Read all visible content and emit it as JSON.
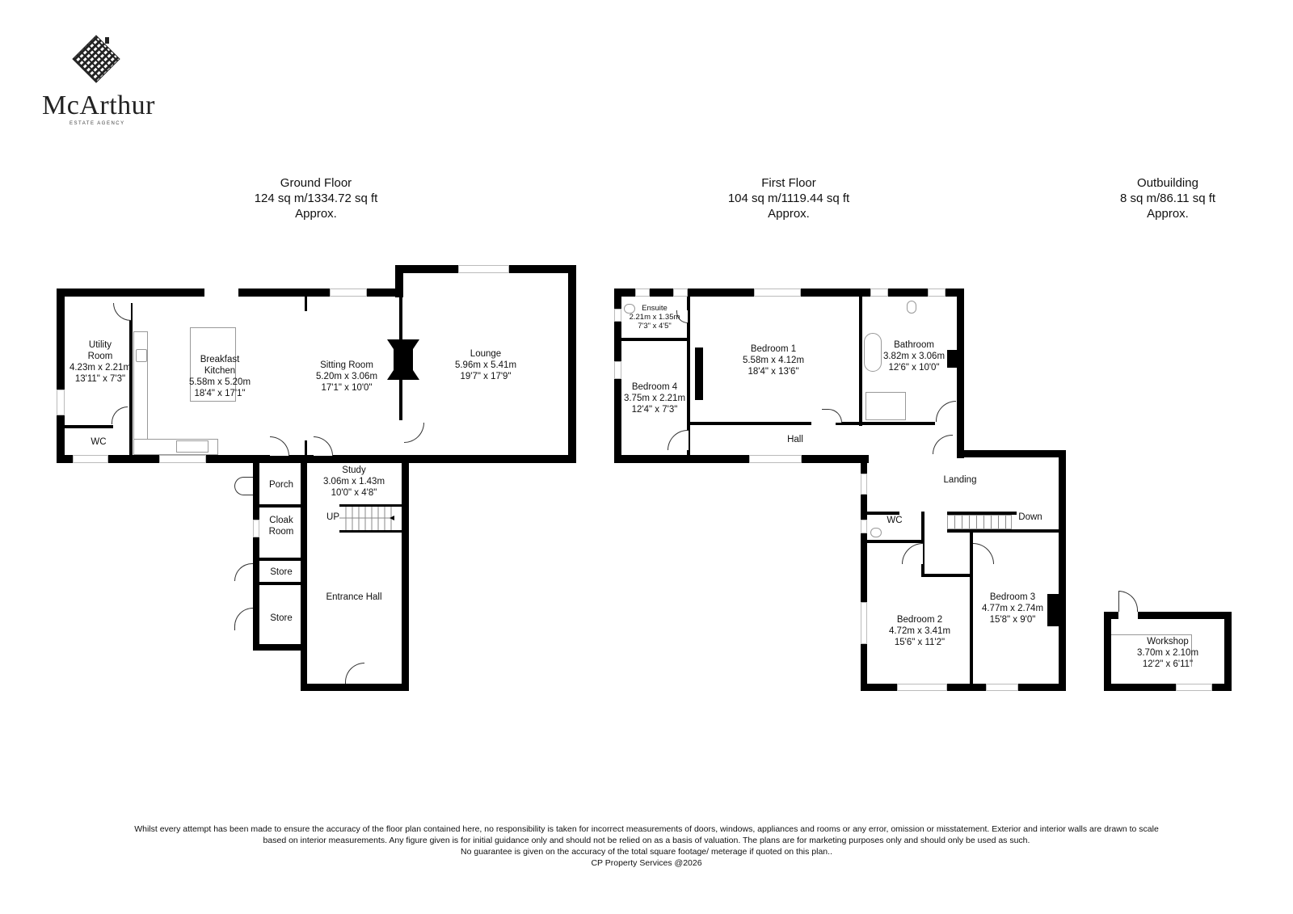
{
  "logo": {
    "name": "McArthur",
    "subtitle": "ESTATE AGENCY"
  },
  "floors": [
    {
      "title": "Ground Floor",
      "area": "124 sq m/1334.72 sq ft",
      "note": "Approx."
    },
    {
      "title": "First Floor",
      "area": "104 sq m/1119.44 sq ft",
      "note": "Approx."
    },
    {
      "title": "Outbuilding",
      "area": "8 sq m/86.11 sq ft",
      "note": "Approx."
    }
  ],
  "ground_rooms": {
    "utility": [
      "Utility",
      "Room",
      "4.23m x 2.21m",
      "13'11\" x 7'3\""
    ],
    "wc": [
      "WC"
    ],
    "kitchen": [
      "Breakfast",
      "Kitchen",
      "5.58m x 5.20m",
      "18'4\" x 17'1\""
    ],
    "sitting": [
      "Sitting Room",
      "5.20m x 3.06m",
      "17'1\" x 10'0\""
    ],
    "lounge": [
      "Lounge",
      "5.96m x 5.41m",
      "19'7\" x 17'9\""
    ],
    "porch": [
      "Porch"
    ],
    "study": [
      "Study",
      "3.06m x 1.43m",
      "10'0\" x 4'8\""
    ],
    "up": [
      "UP"
    ],
    "cloak": [
      "Cloak",
      "Room"
    ],
    "store1": [
      "Store"
    ],
    "store2": [
      "Store"
    ],
    "hall": [
      "Entrance Hall"
    ]
  },
  "first_rooms": {
    "ensuite": [
      "Ensuite",
      "2.21m x 1.35m",
      "7'3\" x 4'5\""
    ],
    "bed1": [
      "Bedroom 1",
      "5.58m x 4.12m",
      "18'4\" x 13'6\""
    ],
    "bath": [
      "Bathroom",
      "3.82m x 3.06m",
      "12'6\" x 10'0\""
    ],
    "bed4": [
      "Bedroom 4",
      "3.75m x 2.21m",
      "12'4\" x 7'3\""
    ],
    "hall": [
      "Hall"
    ],
    "landing": [
      "Landing"
    ],
    "wc": [
      "WC"
    ],
    "down": [
      "Down"
    ],
    "bed2": [
      "Bedroom 2",
      "4.72m x 3.41m",
      "15'6\" x 11'2\""
    ],
    "bed3": [
      "Bedroom 3",
      "4.77m x 2.74m",
      "15'8\" x 9'0\""
    ]
  },
  "out_rooms": {
    "workshop": [
      "Workshop",
      "3.70m x 2.10m",
      "12'2\" x 6'11\""
    ]
  },
  "footer": [
    "Whilst every attempt has been made to ensure the accuracy of the floor plan contained here, no responsibility is taken for incorrect measurements of doors, windows, appliances and rooms or any error, omission or misstatement. Exterior and interior walls are drawn to scale",
    "based on interior measurements. Any figure given is for initial guidance only and should not be relied on as a basis of valuation. The plans are for marketing purposes only and should only be used as such.",
    "No guarantee is given on the accuracy of the total square footage/ meterage if quoted on this plan..",
    "CP Property Services @2026"
  ]
}
